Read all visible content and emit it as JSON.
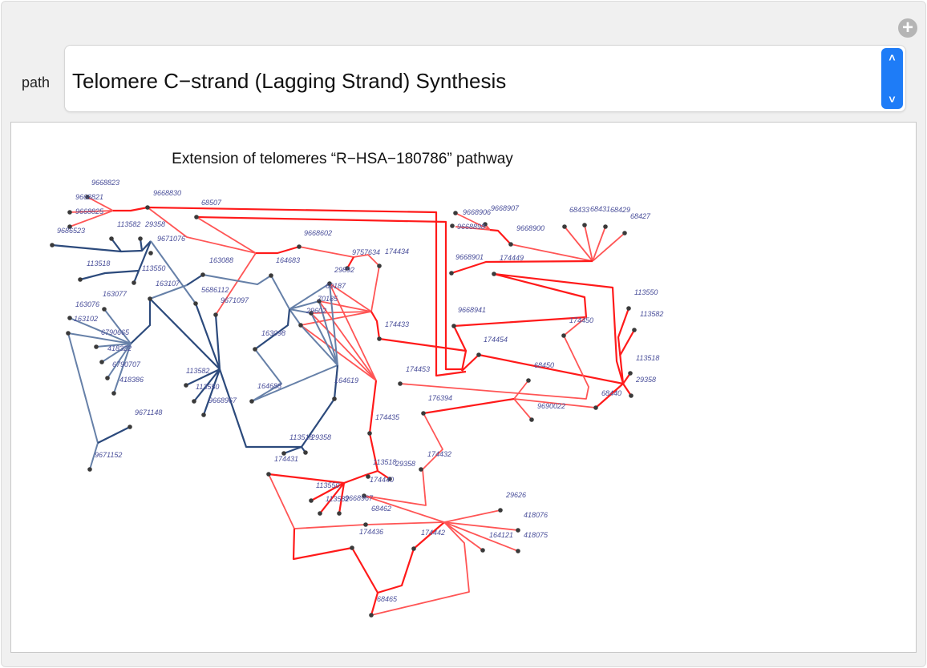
{
  "controls": {
    "path_label": "path",
    "path_value": "Telomere C−strand (Lagging Strand) Synthesis",
    "spinner_up": "˄",
    "spinner_down": "˅",
    "add_icon": "plus-circle-icon"
  },
  "graph": {
    "title": "Extension of telomeres “R−HSA−180786” pathway",
    "colors": {
      "red": "#ff1a1a",
      "red_light": "#ff5555",
      "blue_dark": "#2c4a7c",
      "blue_light": "#6680a8",
      "node": "#3a3a3a",
      "label": "#4a4f9a"
    },
    "labels": [
      "9668823",
      "9668821",
      "9668825",
      "9686523",
      "9668830",
      "68507",
      "113582",
      "29358",
      "9671076",
      "9668602",
      "164683",
      "163088",
      "113518",
      "113550",
      "163107",
      "5686112",
      "163077",
      "9671097",
      "163076",
      "163102",
      "6790665",
      "418322",
      "6790707",
      "418386",
      "113582",
      "113550",
      "9668967",
      "9671148",
      "9671152",
      "29892",
      "9757634",
      "174434",
      "69187",
      "70185",
      "29602",
      "174433",
      "163098",
      "164688",
      "164619",
      "174453",
      "176394",
      "174435",
      "113518",
      "29358",
      "174431",
      "174432",
      "113518",
      "29358",
      "174440",
      "113550",
      "113582",
      "9668967",
      "68462",
      "174436",
      "174442",
      "29626",
      "418076",
      "164121",
      "418075",
      "68465",
      "9668906",
      "9668907",
      "9668898",
      "9668900",
      "68433",
      "68431",
      "68429",
      "68427",
      "9668901",
      "174449",
      "113550",
      "113582",
      "9668941",
      "174450",
      "174454",
      "68450",
      "113518",
      "29358",
      "68440",
      "9690022"
    ]
  }
}
